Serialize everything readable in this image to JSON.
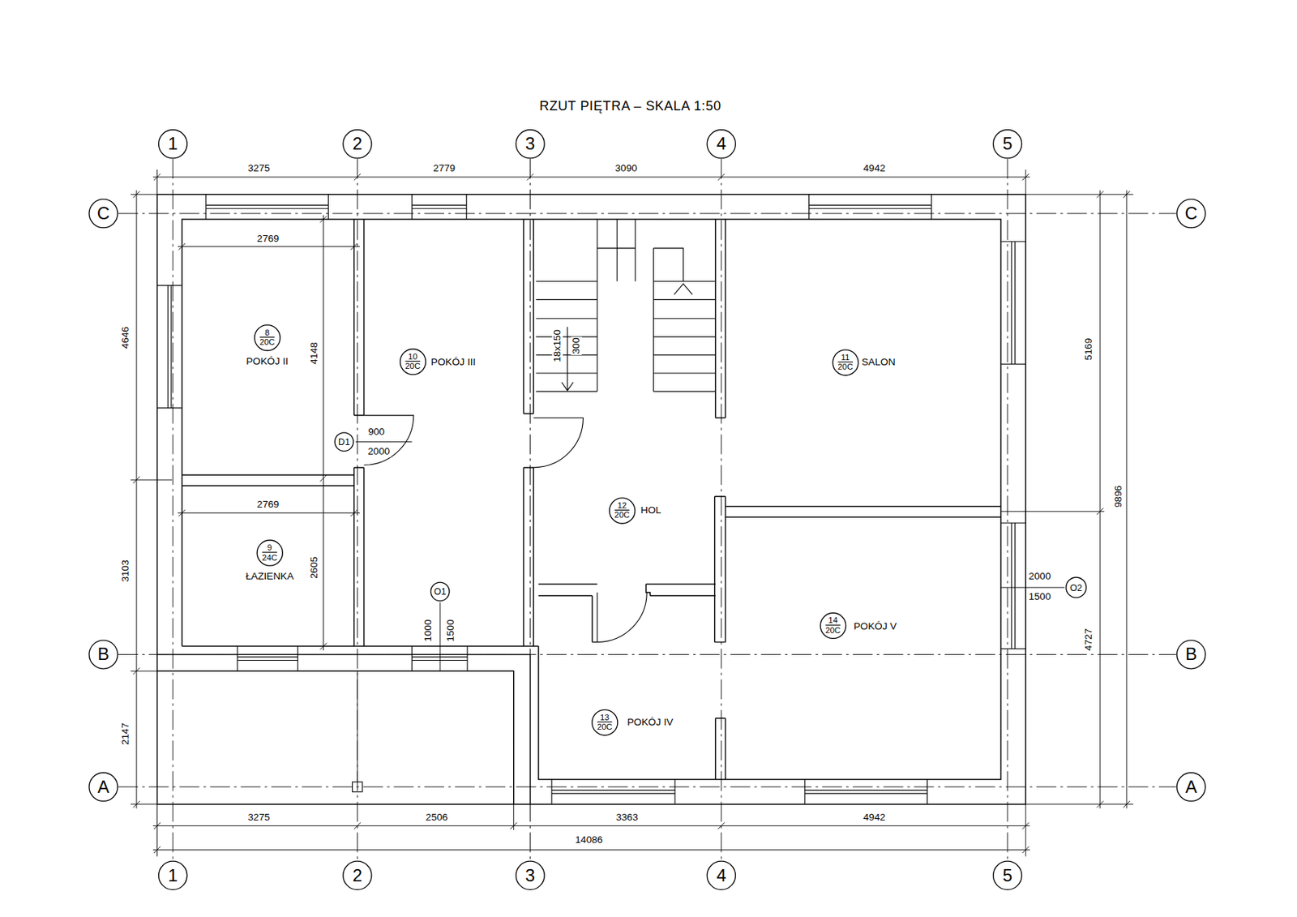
{
  "diagram": {
    "title": "RZUT PIĘTRA – SKALA 1:50",
    "nodes": [
      {
        "text": [
          "1"
        ]
      },
      {
        "text": [
          "2"
        ]
      },
      {
        "text": [
          "3"
        ]
      },
      {
        "text": [
          "4"
        ]
      },
      {
        "text": [
          "5"
        ]
      },
      {
        "text": [
          "C"
        ]
      },
      {
        "text": [
          "C"
        ]
      },
      {
        "text": [
          "8",
          "20C"
        ]
      },
      {
        "text": [
          "10",
          "20C"
        ]
      },
      {
        "text": [
          "11",
          "20C"
        ]
      },
      {
        "text": [
          "D1"
        ]
      },
      {
        "text": [
          "12",
          "20C"
        ]
      },
      {
        "text": [
          "9",
          "24C"
        ]
      },
      {
        "text": [
          "O1"
        ]
      },
      {
        "text": [
          "O2"
        ]
      },
      {
        "text": [
          "14",
          "20C"
        ]
      },
      {
        "text": [
          "B"
        ]
      },
      {
        "text": [
          "B"
        ]
      },
      {
        "text": [
          "13",
          "20C"
        ]
      },
      {
        "text": [
          "A"
        ]
      },
      {
        "text": [
          "A"
        ]
      },
      {
        "text": [
          "1"
        ]
      },
      {
        "text": [
          "2"
        ]
      },
      {
        "text": [
          "3"
        ]
      },
      {
        "text": [
          "4"
        ]
      },
      {
        "text": [
          "5"
        ]
      }
    ],
    "edges": [
      {
        "from": 0,
        "to": 21,
        "arrow": "none"
      },
      {
        "from": 1,
        "to": 22,
        "arrow": "none"
      },
      {
        "from": 2,
        "to": 23,
        "arrow": "none"
      },
      {
        "from": 3,
        "to": 24,
        "arrow": "none"
      },
      {
        "from": 4,
        "to": 25,
        "arrow": "none"
      },
      {
        "from": 5,
        "to": 6,
        "arrow": "none"
      },
      {
        "from": 16,
        "to": 17,
        "arrow": "none"
      },
      {
        "from": 19,
        "to": 20,
        "arrow": "none"
      }
    ],
    "labels": [
      "3275",
      "2779",
      "3090",
      "4942",
      "4646",
      "2769",
      "4148",
      "POKÓJ II",
      "POKÓJ III",
      "18x150",
      "300",
      "SALON",
      "5169",
      "900",
      "2000",
      "9896",
      "2769",
      "HOL",
      "3103",
      "ŁAZIENKA",
      "2605",
      "2000",
      "1500",
      "POKÓJ V",
      "1000",
      "1500",
      "4727",
      "2147",
      "POKÓJ IV",
      "3275",
      "2506",
      "3363",
      "4942",
      "14086"
    ]
  }
}
